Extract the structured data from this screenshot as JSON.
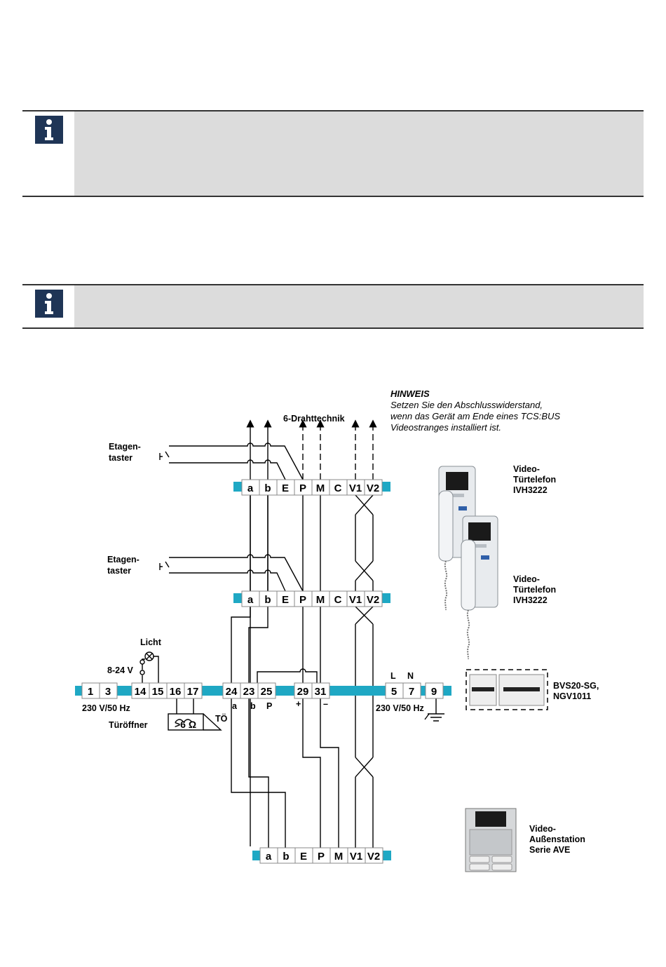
{
  "hint": {
    "title": "HINWEIS",
    "lines": [
      "Setzen Sie den Abschlusswiderstand,",
      "wenn das Gerät am Ende eines TCS:BUS",
      "Videostranges installiert ist."
    ]
  },
  "labels": {
    "tech": "6-Drahttechnik",
    "etagen_a": "Etagen-",
    "etagen_b": "taster",
    "licht": "Licht",
    "volt": "8-24 V",
    "power": "230 V/50 Hz",
    "power2": "230 V/50 Hz",
    "tueroeffner": "Türöffner",
    "toe": "TÖ",
    "ohm": ">6 Ω",
    "L": "L",
    "N": "N",
    "a": "a",
    "b": "b",
    "P": "P",
    "plus": "+",
    "minus": "–"
  },
  "devices": {
    "phone1": [
      "Video-",
      "Türtelefon",
      "IVH3222"
    ],
    "phone2": [
      "Video-",
      "Türtelefon",
      "IVH3222"
    ],
    "supply": [
      "BVS20-SG,",
      "NGV1011"
    ],
    "outdoor": [
      "Video-",
      "Außenstation",
      "Serie AVE"
    ]
  },
  "terminals": {
    "row1": [
      "a",
      "b",
      "E",
      "P",
      "M",
      "C",
      "V1",
      "V2"
    ],
    "row2": [
      "a",
      "b",
      "E",
      "P",
      "M",
      "C",
      "V1",
      "V2"
    ],
    "supply_left": [
      "1",
      "3"
    ],
    "supply_mid": [
      "14",
      "15",
      "16",
      "17"
    ],
    "supply_bus": [
      "24",
      "23",
      "25"
    ],
    "supply_v": [
      "29",
      "31"
    ],
    "supply_mains": [
      "5",
      "7"
    ],
    "supply_earth": [
      "9"
    ],
    "outdoor": [
      "a",
      "b",
      "E",
      "P",
      "M",
      "V1",
      "V2"
    ]
  },
  "colors": {
    "bar": "#1fa8c4",
    "infoIcon": "#1f3556",
    "infoBg": "#dcdcdc"
  }
}
